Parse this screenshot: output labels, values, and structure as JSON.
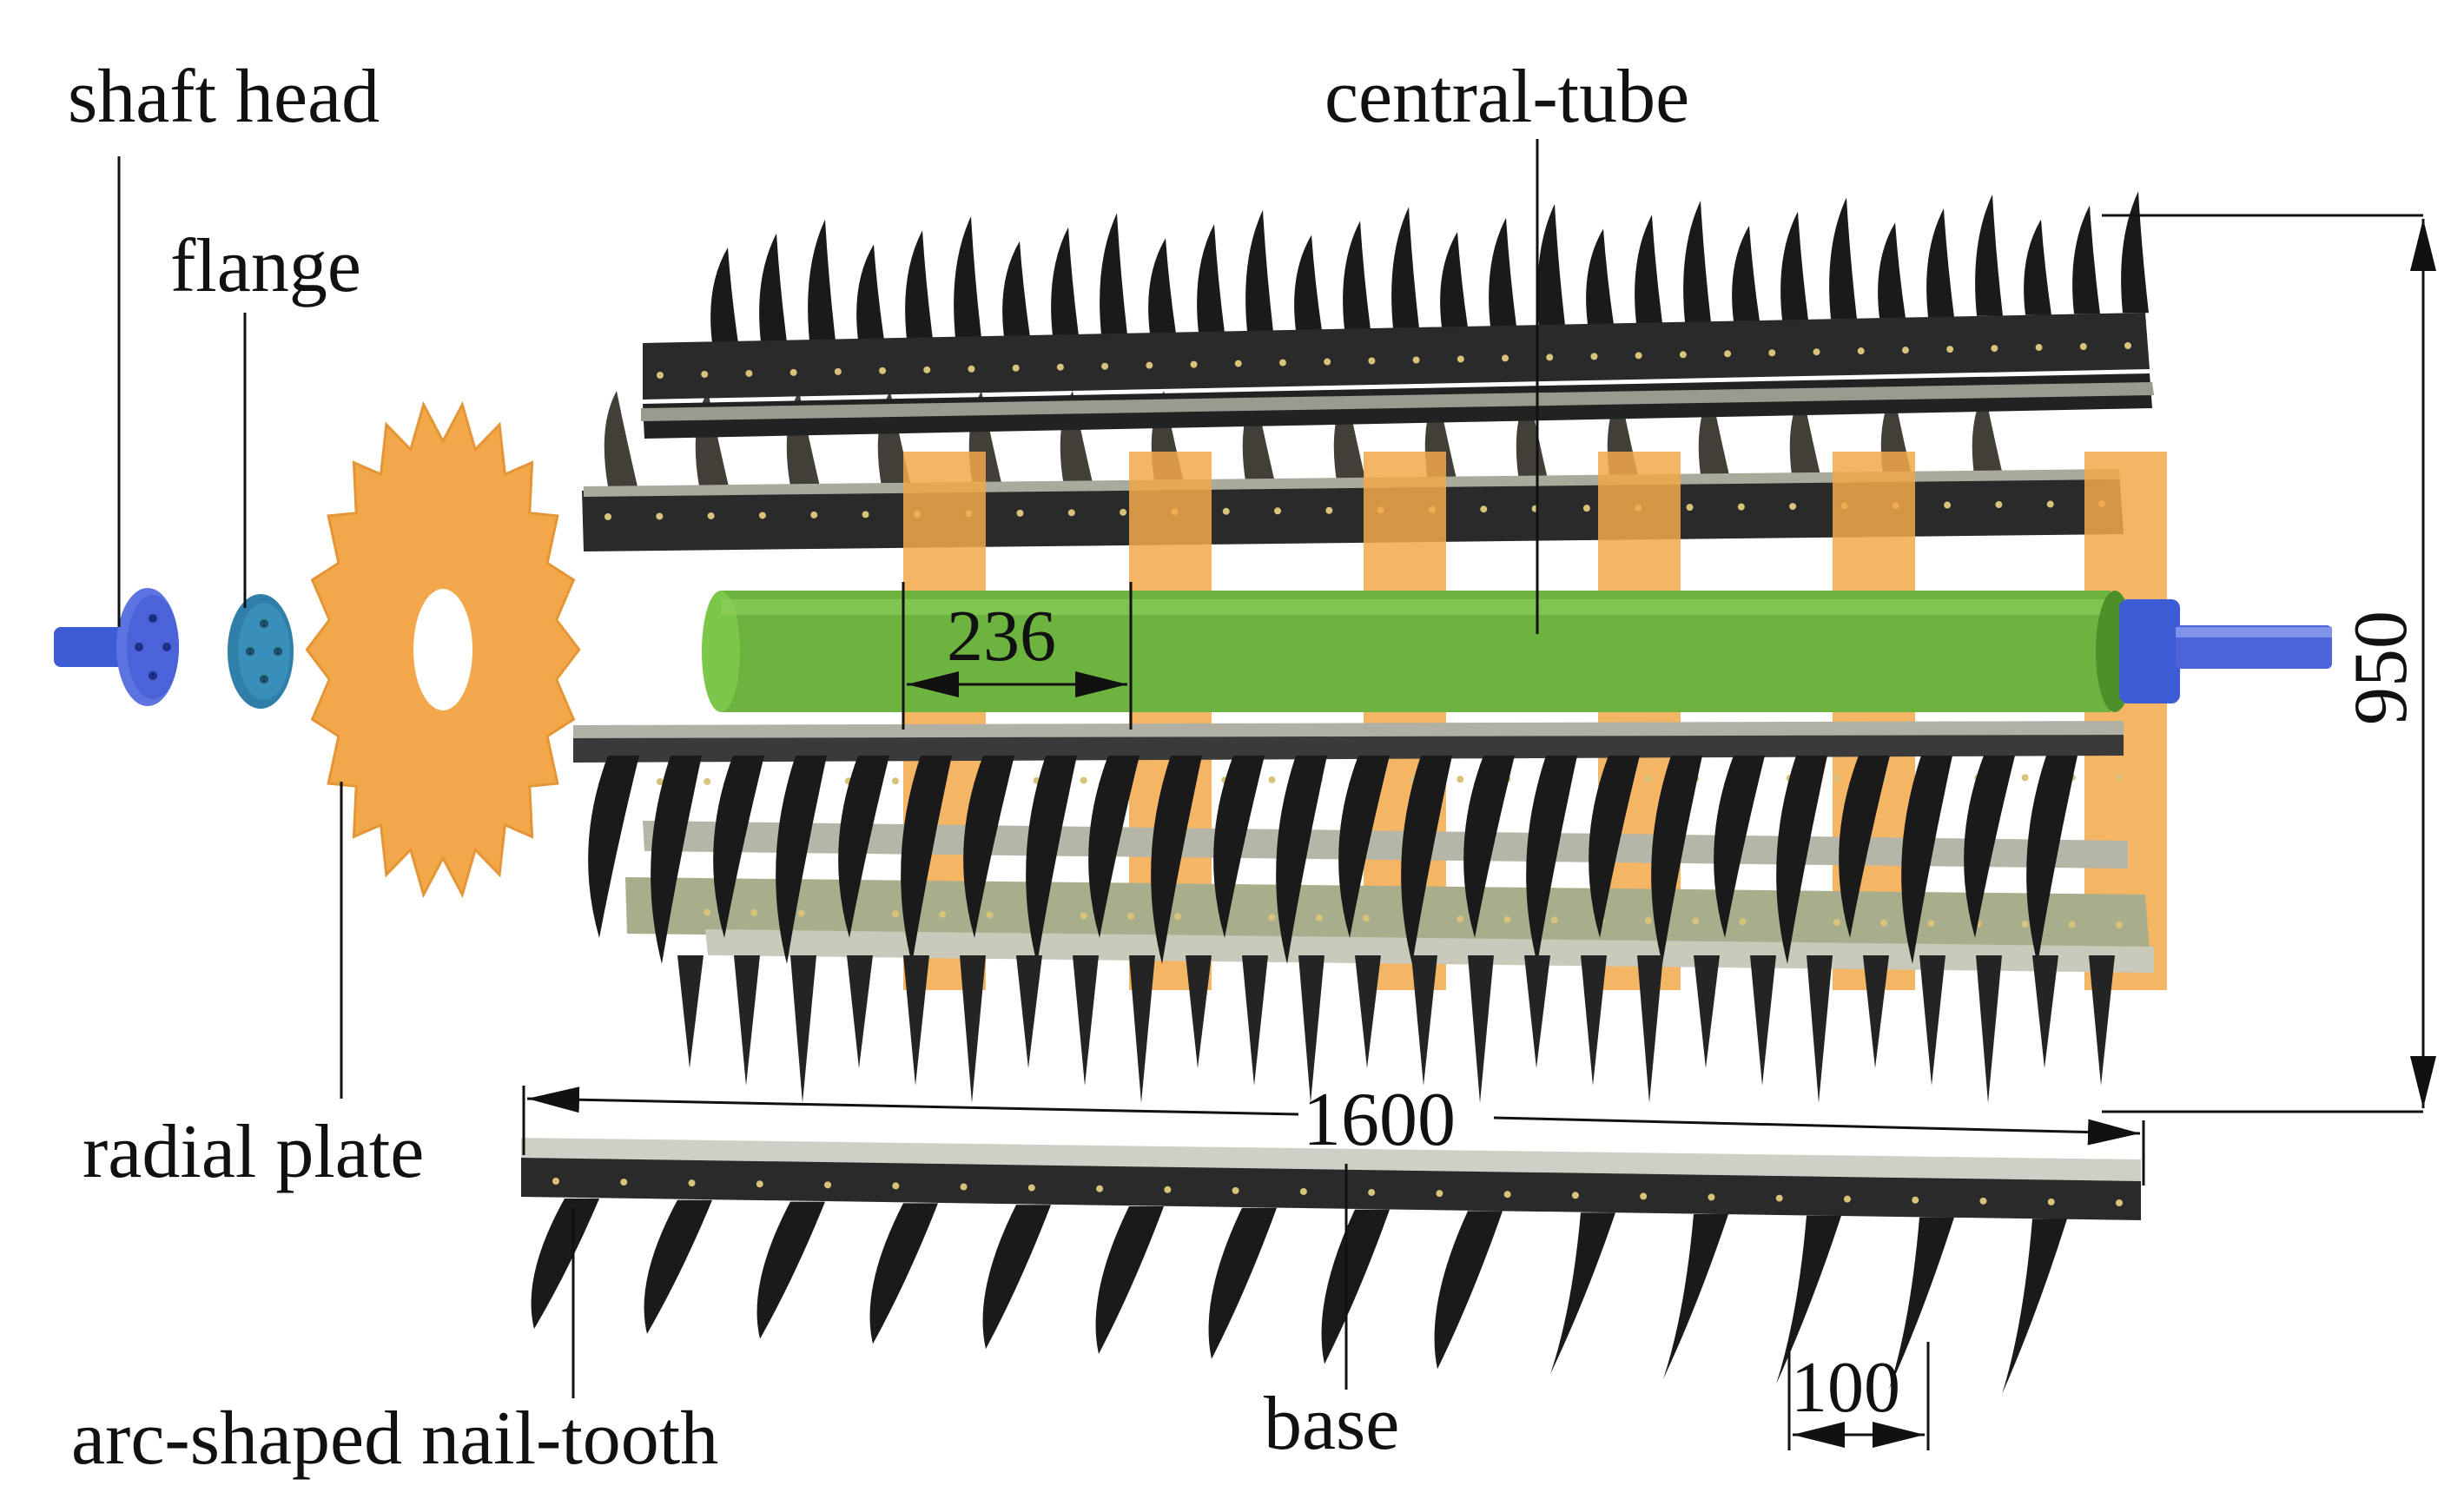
{
  "labels": {
    "shaft_head": "shaft head",
    "flange": "flange",
    "radial_plate": "radial plate",
    "central_tube": "central-tube",
    "arc_tooth": "arc-shaped nail-tooth",
    "base": "base"
  },
  "dimensions": {
    "height": "950",
    "length": "1600",
    "spacing": "236",
    "tooth_pitch": "100"
  },
  "colors": {
    "radial_plate": "#F2A84A",
    "tube": "#6DB33F",
    "shaft": "#3E5BD6",
    "flange": "#2F7FA8",
    "tooth": "#1A1A1A",
    "bar": "#2A2A2A",
    "bar_light": "#B9B9A8"
  }
}
